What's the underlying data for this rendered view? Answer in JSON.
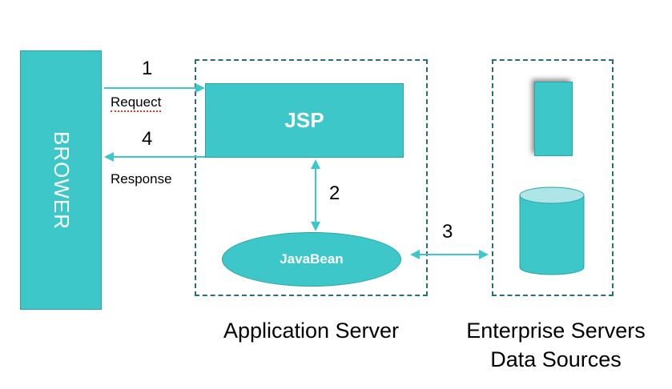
{
  "browser": {
    "label": "BROWER"
  },
  "app_server": {
    "jsp_label": "JSP",
    "javabean_label": "JavaBean",
    "caption": "Application Server"
  },
  "enterprise": {
    "caption_line1": "Enterprise Servers",
    "caption_line2": "Data Sources"
  },
  "flows": {
    "step1": "1",
    "request_label": "Requect",
    "step4": "4",
    "response_label": "Response",
    "step2": "2",
    "step3": "3"
  },
  "colors": {
    "shape_fill": "#3ec7c9",
    "arrow": "#3ec7c9",
    "dashed_border": "#2a6e73"
  }
}
